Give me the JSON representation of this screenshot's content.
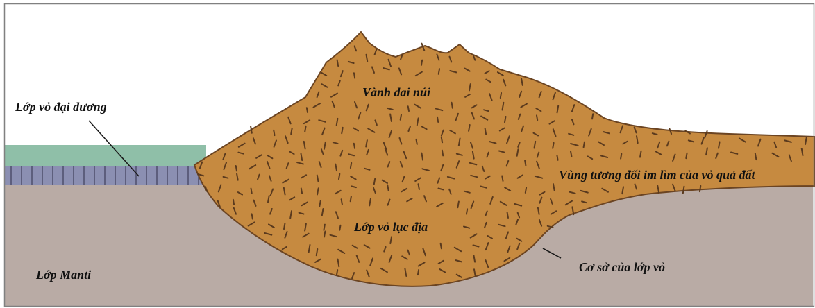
{
  "labels": {
    "oceanic_crust": "Lớp vỏ đại dương",
    "mountain_belt": "Vành đai núi",
    "stable_region": "Vùng tương đối im lìm của vỏ quả đất",
    "continental_crust": "Lớp vỏ lục địa",
    "crust_base": "Cơ sở của lớp vỏ",
    "mantle": "Lớp Manti"
  },
  "colors": {
    "mantle": "#b9aba5",
    "crust": "#c68a40",
    "crust_outline": "#6b4422",
    "crust_dash": "#5a3a1e",
    "ocean_water": "#8fbfa8",
    "oceanic_crust": "#8b8fb2",
    "border": "#808080"
  }
}
